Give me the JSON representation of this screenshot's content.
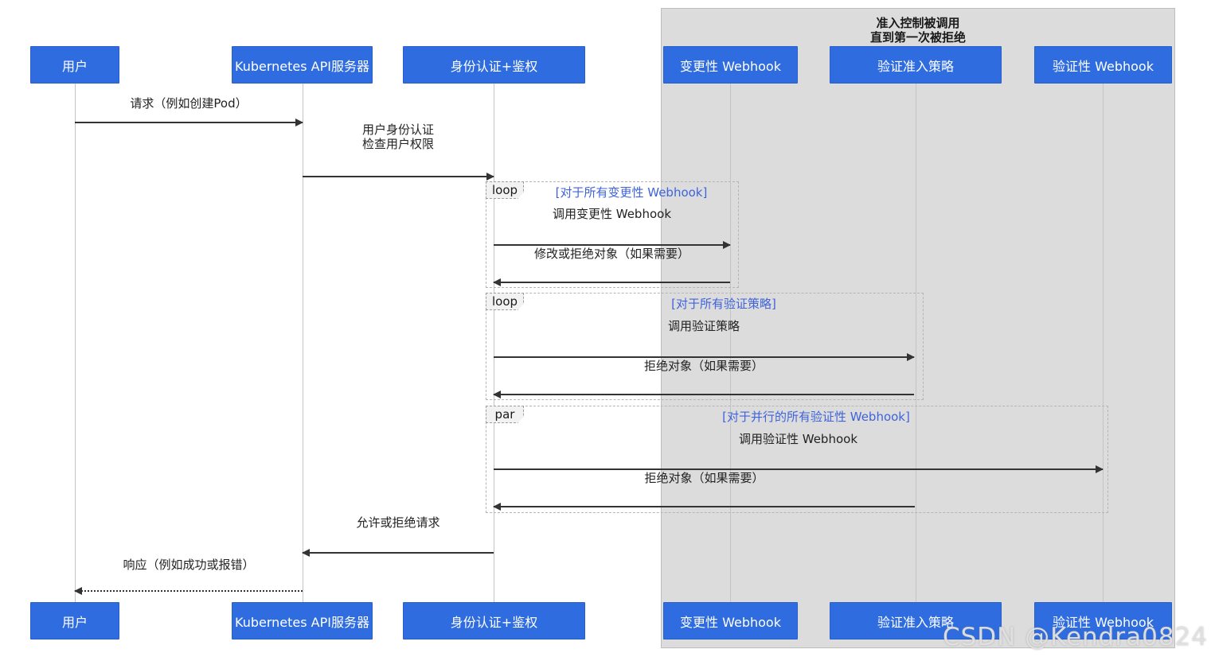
{
  "diagram": {
    "region_note": {
      "line1": "准入控制被调用",
      "line2": "直到第一次被拒绝"
    },
    "actors": [
      {
        "id": "user",
        "label": "用户"
      },
      {
        "id": "apiserver",
        "label": "Kubernetes API服务器"
      },
      {
        "id": "auth",
        "label": "身份认证+鉴权"
      },
      {
        "id": "mutating-webhook",
        "label": "变更性 Webhook"
      },
      {
        "id": "validating-policy",
        "label": "验证准入策略"
      },
      {
        "id": "validating-webhook",
        "label": "验证性 Webhook"
      }
    ],
    "frames": {
      "loop1": {
        "keyword": "loop",
        "condition": "[对于所有变更性 Webhook]"
      },
      "loop2": {
        "keyword": "loop",
        "condition": "[对于所有验证策略]"
      },
      "par": {
        "keyword": "par",
        "condition": "[对于并行的所有验证性 Webhook]"
      }
    },
    "messages": {
      "request": "请求（例如创建Pod）",
      "authn_line1": "用户身份认证",
      "authn_line2": "检查用户权限",
      "call_mutating": "调用变更性 Webhook",
      "mutating_return": "修改或拒绝对象（如果需要）",
      "call_policy": "调用验证策略",
      "policy_return": "拒绝对象（如果需要）",
      "call_validating": "调用验证性 Webhook",
      "validating_return": "拒绝对象（如果需要）",
      "allow_or_deny": "允许或拒绝请求",
      "response": "响应（例如成功或报错）"
    },
    "colors": {
      "actor_blue": "#2e6cdf",
      "region_gray": "#dcdcdc",
      "condition_blue": "#3e63dd",
      "arrow_dark": "#333333"
    },
    "watermark": "CSDN @Kendra0824"
  }
}
